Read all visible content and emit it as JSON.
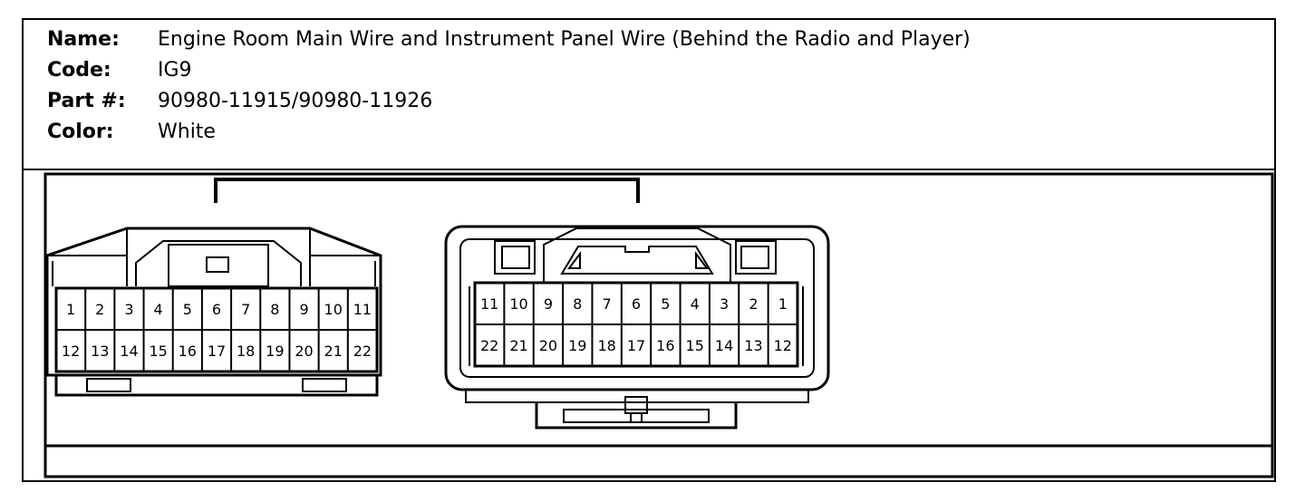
{
  "info": {
    "name_label": "Name:",
    "name_value": "Engine Room Main Wire and Instrument Panel Wire (Behind the Radio and Player)",
    "code_label": "Code:",
    "code_value": "IG9",
    "part_label": "Part #:",
    "part_value": "90980-11915/90980-11926",
    "color_label": "Color:",
    "color_value": "White"
  },
  "connectors": {
    "left": {
      "top_row": [
        "1",
        "2",
        "3",
        "4",
        "5",
        "6",
        "7",
        "8",
        "9",
        "10",
        "11"
      ],
      "bottom_row": [
        "12",
        "13",
        "14",
        "15",
        "16",
        "17",
        "18",
        "19",
        "20",
        "21",
        "22"
      ]
    },
    "right": {
      "top_row": [
        "11",
        "10",
        "9",
        "8",
        "7",
        "6",
        "5",
        "4",
        "3",
        "2",
        "1"
      ],
      "bottom_row": [
        "22",
        "21",
        "20",
        "19",
        "18",
        "17",
        "16",
        "15",
        "14",
        "13",
        "12"
      ]
    }
  }
}
